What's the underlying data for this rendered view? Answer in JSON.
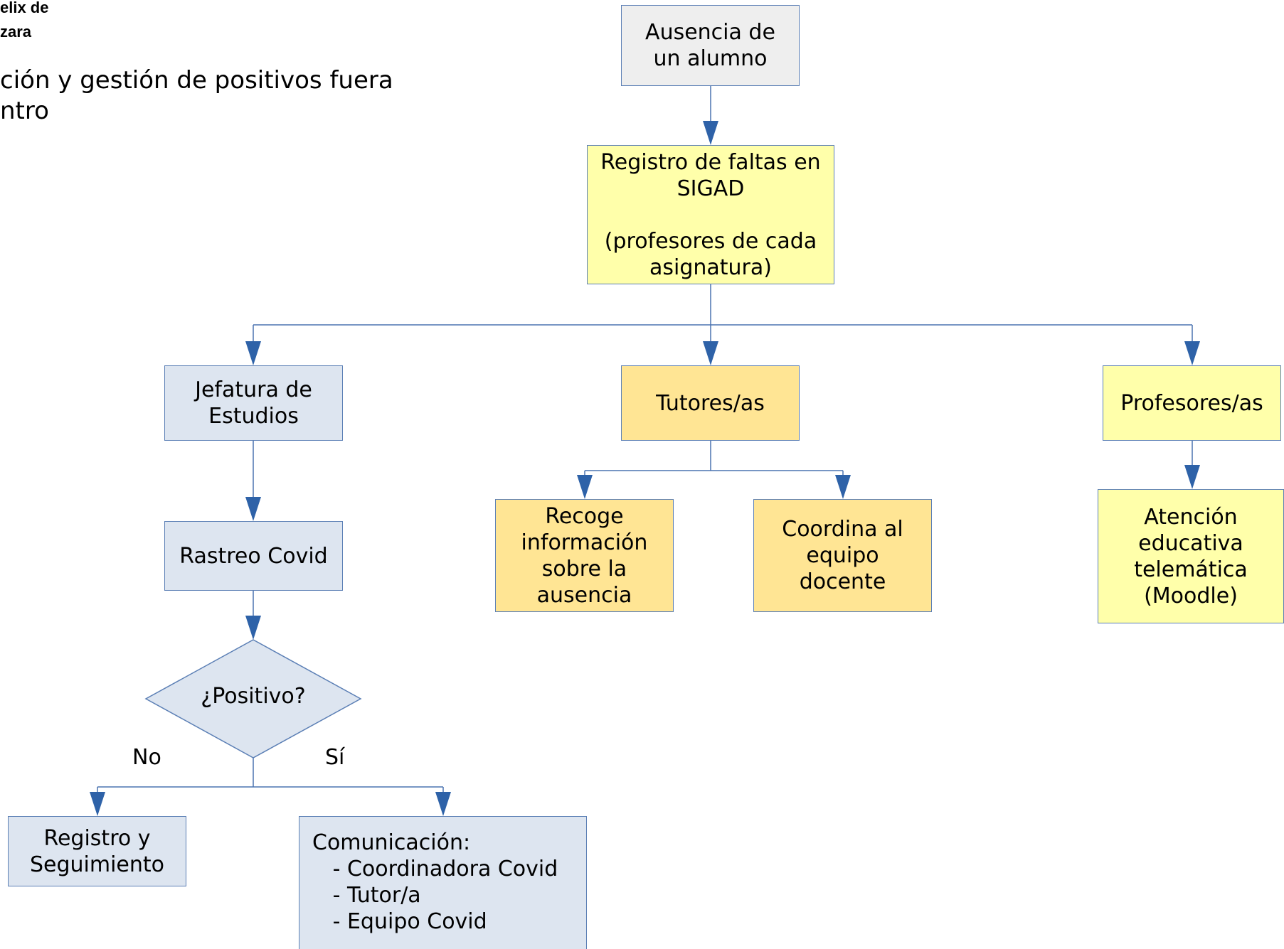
{
  "header": {
    "org_line1": "elix de",
    "org_line2": "zara",
    "title_line1": "ción y gestión de positivos fuera",
    "title_line2": "ntro"
  },
  "nodes": {
    "ausencia": "Ausencia de\nun alumno",
    "registro_sigad": "Registro de faltas en\nSIGAD\n\n(profesores de cada\nasignatura)",
    "jefatura": "Jefatura de\nEstudios",
    "tutores": "Tutores/as",
    "profesores": "Profesores/as",
    "recoge": "Recoge\ninformación\nsobre la\nausencia",
    "coordina": "Coordina al\nequipo\ndocente",
    "atencion": "Atención\neducativa\ntelemática\n(Moodle)",
    "rastreo": "Rastreo Covid",
    "positivo": "¿Positivo?",
    "registro_seguimiento": "Registro y\nSeguimiento",
    "comunicacion": "Comunicación:\n   - Coordinadora Covid\n   - Tutor/a\n   - Equipo Covid"
  },
  "edge_labels": {
    "no": "No",
    "si": "Sí"
  },
  "colors": {
    "border": "#5b7fb5",
    "connector": "#4a73b0",
    "arrowhead": "#2e62a8",
    "gray_fill": "#eeeeee",
    "yellow_fill": "#ffffaa",
    "gold_fill": "#ffe594",
    "blue_fill": "#dde5f0"
  }
}
